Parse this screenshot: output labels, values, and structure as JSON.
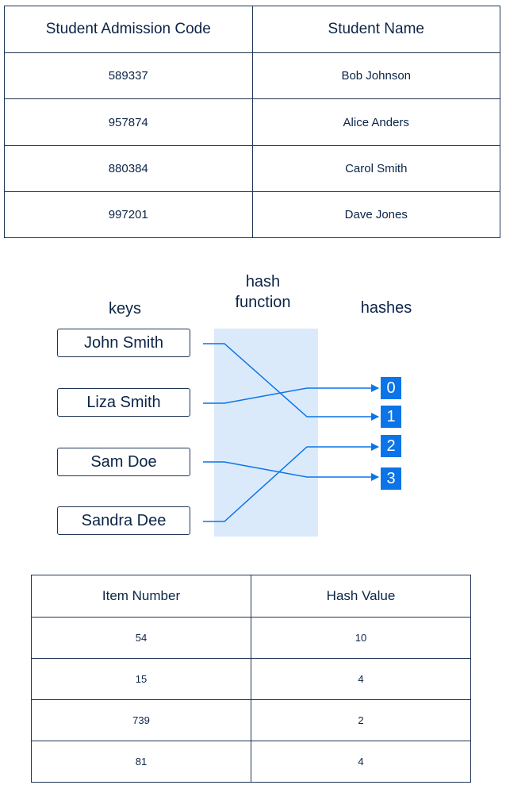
{
  "students_table": {
    "headers": [
      "Student Admission Code",
      "Student Name"
    ],
    "rows": [
      [
        "589337",
        "Bob Johnson"
      ],
      [
        "957874",
        "Alice Anders"
      ],
      [
        "880384",
        "Carol Smith"
      ],
      [
        "997201",
        "Dave Jones"
      ]
    ]
  },
  "hash_diagram": {
    "keys_label": "keys",
    "function_label_line1": "hash",
    "function_label_line2": "function",
    "hashes_label": "hashes",
    "keys": [
      "John Smith",
      "Liza Smith",
      "Sam Doe",
      "Sandra Dee"
    ],
    "hashes": [
      "0",
      "1",
      "2",
      "3"
    ],
    "mapping": [
      1,
      0,
      3,
      2
    ],
    "colors": {
      "arrow": "#0a74e8",
      "band": "#dbeafb",
      "hash_box": "#0a74e8"
    }
  },
  "items_table": {
    "headers": [
      "Item Number",
      "Hash Value"
    ],
    "rows": [
      [
        "54",
        "10"
      ],
      [
        "15",
        "4"
      ],
      [
        "739",
        "2"
      ],
      [
        "81",
        "4"
      ]
    ]
  }
}
